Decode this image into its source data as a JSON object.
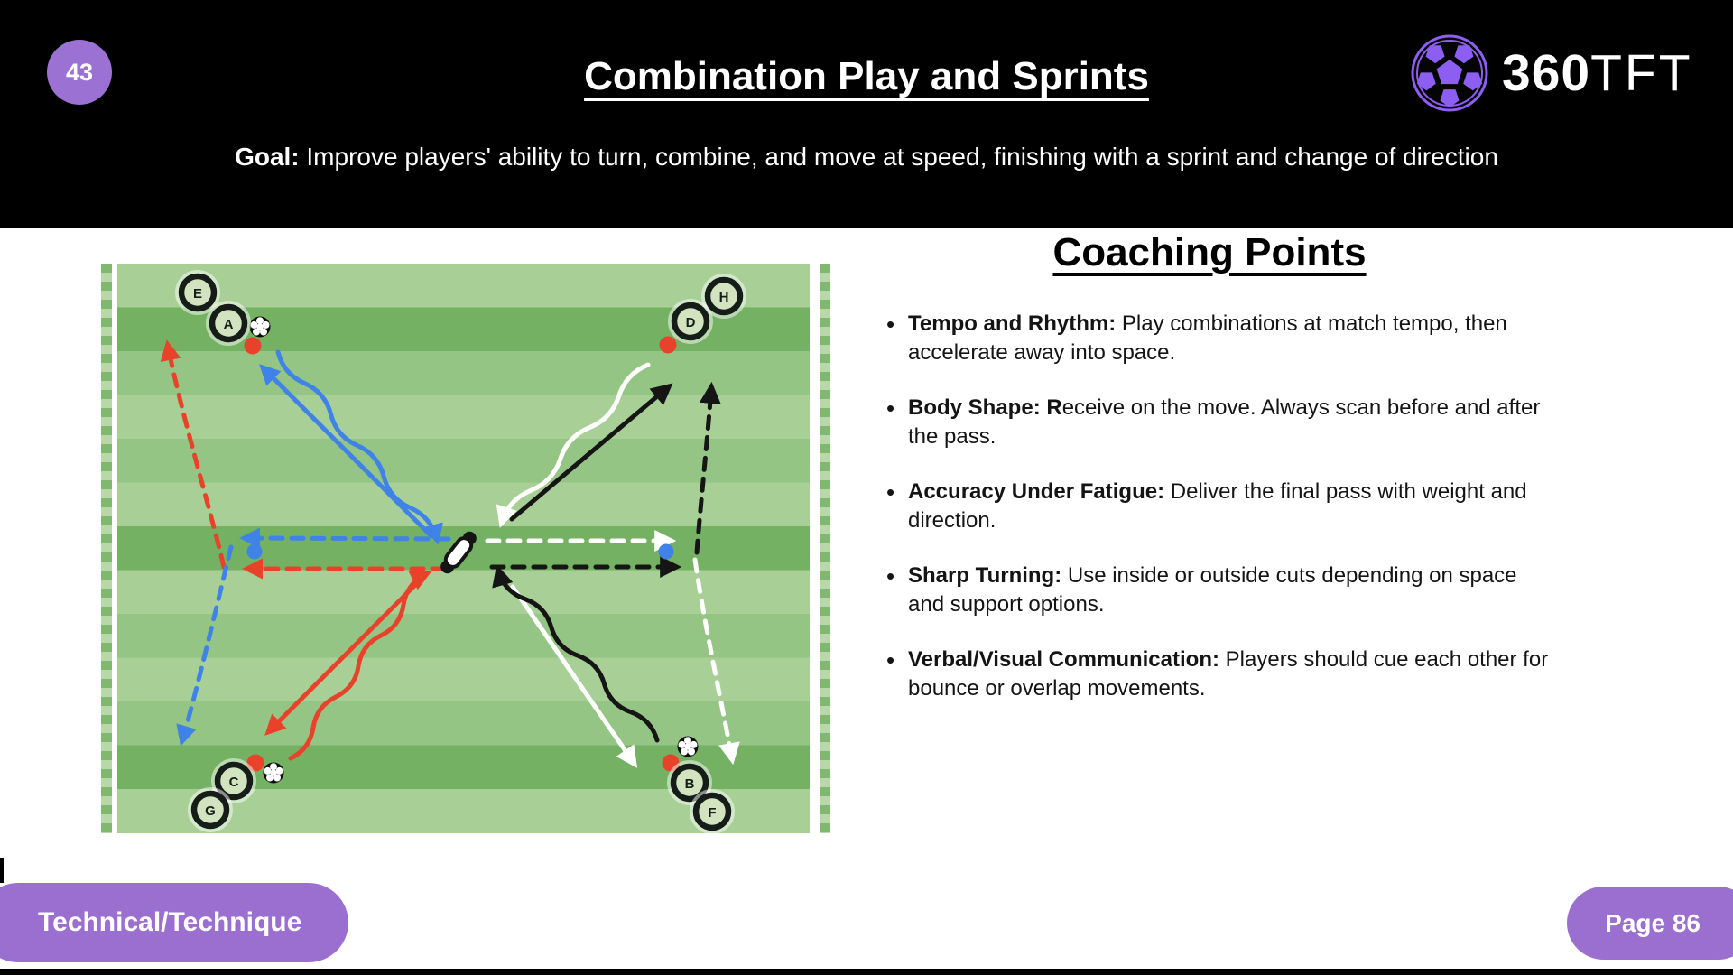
{
  "header": {
    "badge": "43",
    "title": "Combination Play and Sprints",
    "goal_label": "Goal:",
    "goal_text": " Improve players' ability to turn, combine, and move at speed, finishing with a sprint and change of direction",
    "brand": {
      "bold": "360",
      "light": "TFT"
    }
  },
  "coaching": {
    "heading": "Coaching Points",
    "points": [
      {
        "lead": "Tempo and Rhythm:",
        "text": " Play combinations at match tempo, then accelerate away into space."
      },
      {
        "lead": "Body Shape: R",
        "text": "eceive on the move. Always scan before and after the pass."
      },
      {
        "lead": "Accuracy Under Fatigue:",
        "text": " Deliver the final pass with weight and direction."
      },
      {
        "lead": "Sharp Turning:",
        "text": " Use inside or outside cuts depending on space and support options."
      },
      {
        "lead": "Verbal/Visual Communication:",
        "text": " Players should cue each other for bounce or overlap movements."
      }
    ]
  },
  "diagram": {
    "players": [
      {
        "label": "E"
      },
      {
        "label": "A"
      },
      {
        "label": "H"
      },
      {
        "label": "D"
      },
      {
        "label": "C"
      },
      {
        "label": "G"
      },
      {
        "label": "B"
      },
      {
        "label": "F"
      }
    ]
  },
  "footer": {
    "category": "Technical/Technique",
    "page": "Page 86"
  },
  "colors": {
    "accent_purple": "#9b6fd0",
    "badge_purple": "#9b72d4",
    "logo_purple": "#8d5ef2",
    "arrow_blue": "#3f82e8",
    "arrow_red": "#e8432a",
    "green_light": "#a7cf96",
    "green_mid": "#95c584",
    "green_dark": "#74b163"
  }
}
